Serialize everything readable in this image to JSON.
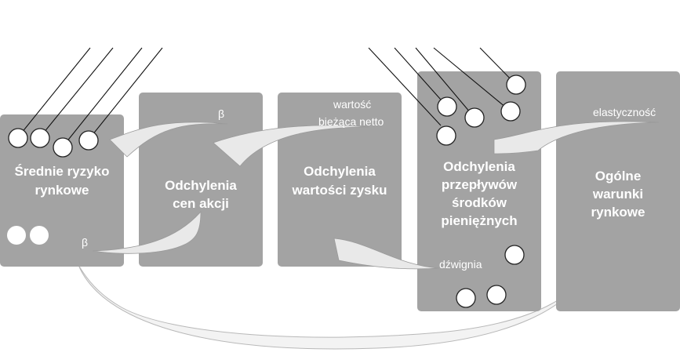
{
  "boxes": [
    {
      "id": "srednie",
      "lines": [
        "Średnie ryzyko",
        "rynkowe"
      ]
    },
    {
      "id": "akcje",
      "lines": [
        "Odchylenia",
        "cen akcji"
      ]
    },
    {
      "id": "zysk",
      "lines": [
        "Odchylenia",
        "wartości zysku"
      ]
    },
    {
      "id": "przeplywy",
      "lines": [
        "Odchylenia",
        "przepływów",
        "środków",
        "pieniężnych"
      ]
    },
    {
      "id": "warunki",
      "lines": [
        "Ogólne",
        "warunki",
        "rynkowe"
      ]
    }
  ],
  "labels": {
    "beta_top": "β",
    "beta_bottom": "β",
    "npv_line1": "wartość",
    "npv_line2": "bieżąca netto",
    "leverage": "dźwignia",
    "elasticity": "elastyczność"
  },
  "colors": {
    "box": "#a3a3a3",
    "text": "#ffffff",
    "ribbon": "#e9e9e9"
  }
}
